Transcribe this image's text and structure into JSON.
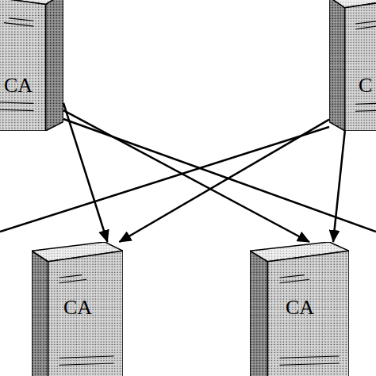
{
  "diagram": {
    "nodes": [
      {
        "text": [
          "CA"
        ]
      },
      {
        "text": [
          "C"
        ]
      },
      {
        "text": [
          "CA"
        ]
      },
      {
        "text": [
          "CA"
        ]
      }
    ],
    "edges": [
      {
        "from": 0,
        "to": 2,
        "arrow": "to"
      },
      {
        "from": 0,
        "to": 3,
        "arrow": "to"
      },
      {
        "from": 1,
        "to": 2,
        "arrow": "to"
      },
      {
        "from": 1,
        "to": 3,
        "arrow": "to"
      }
    ]
  }
}
